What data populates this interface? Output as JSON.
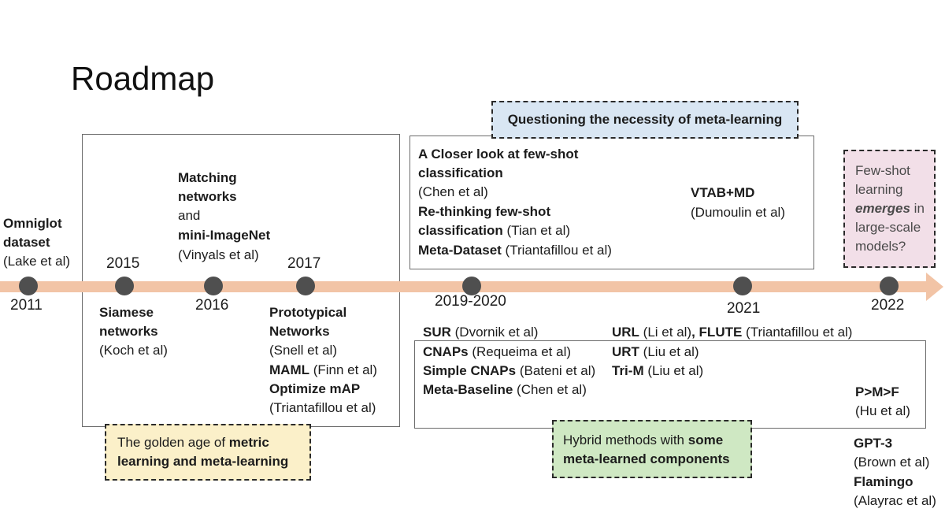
{
  "title": "Roadmap",
  "colors": {
    "arrow": "#f2c4a6",
    "node": "#4f4f4f",
    "blue_box": "#d9e6f3",
    "pink_box": "#f2dfe8",
    "yellow_box": "#fbf0c9",
    "green_box": "#cfe8c3"
  },
  "timeline": {
    "years": [
      "2011",
      "2015",
      "2016",
      "2017",
      "2019-2020",
      "2021",
      "2022"
    ]
  },
  "early": {
    "omniglot": {
      "title_1": "Omniglot",
      "title_2": "dataset",
      "cite": "(Lake et al)"
    },
    "siamese": {
      "title_1": "Siamese",
      "title_2": "networks",
      "cite": "(Koch et al)"
    },
    "matching": {
      "title_1": "Matching",
      "title_2": "networks",
      "and": "and",
      "title_3": "mini-ImageNet",
      "cite": "(Vinyals et al)"
    },
    "protonets": {
      "title_1": "Prototypical",
      "title_2": "Networks",
      "cite": "(Snell et al)"
    },
    "maml": {
      "name": "MAML",
      "cite": " (Finn et al)"
    },
    "optimize_map": {
      "name": "Optimize mAP",
      "cite": "(Triantafillou et al)"
    },
    "golden_box": {
      "text_1": "The golden age of ",
      "bold_1": "metric",
      "bold_2": "learning and meta-learning"
    }
  },
  "questioning": {
    "label": "Questioning the necessity of meta-learning",
    "closer_look": {
      "title_1": "A Closer look at few-shot",
      "title_2": "classification",
      "cite": "(Chen et al)"
    },
    "rethinking": {
      "title_1": "Re-thinking few-shot",
      "title_2": "classification",
      "cite": " (Tian et al)"
    },
    "meta_dataset": {
      "name": "Meta-Dataset",
      "cite": " (Triantafillou et al)"
    },
    "vtab": {
      "name": "VTAB+MD",
      "cite": "(Dumoulin et al)"
    }
  },
  "hybrid": {
    "sur": {
      "name": "SUR",
      "cite": " (Dvornik et al)"
    },
    "cnaps": {
      "name": "CNAPs",
      "cite": " (Requeima et al)"
    },
    "simple_cnaps": {
      "name": "Simple CNAPs",
      "cite": " (Bateni et al)"
    },
    "meta_baseline": {
      "name": "Meta-Baseline",
      "cite": " (Chen et al)"
    },
    "url": {
      "name": "URL",
      "cite": " (Li et al)",
      "sep": ", ",
      "name2": "FLUTE",
      "cite2": " (Triantafillou et al)"
    },
    "urt": {
      "name": "URT",
      "cite": " (Liu et al)"
    },
    "tri_m": {
      "name": "Tri-M",
      "cite": " (Liu et al)"
    },
    "box": {
      "text_1": "Hybrid methods with ",
      "bold_1": "some",
      "bold_2": "meta-learned components"
    }
  },
  "large_scale": {
    "box": {
      "line_1": "Few-shot",
      "line_2": "learning",
      "em": "emerges",
      "line_3_rest": " in",
      "line_4": "large-scale",
      "line_5": "models?"
    },
    "pmf": {
      "name": "P>M>F",
      "cite": "(Hu et al)"
    },
    "gpt3": {
      "name": "GPT-3",
      "cite": "(Brown et al)"
    },
    "flamingo": {
      "name": "Flamingo",
      "cite": "(Alayrac et al)"
    }
  }
}
